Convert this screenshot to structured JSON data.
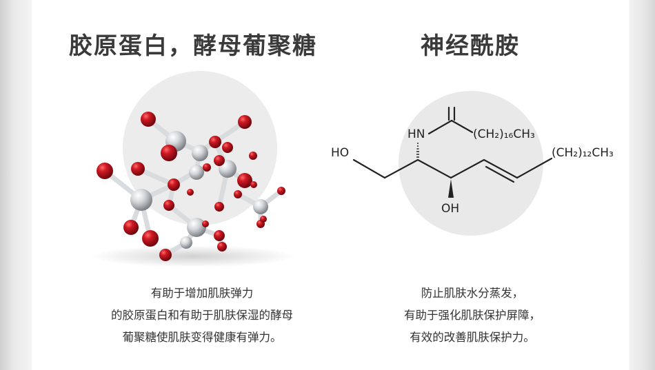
{
  "left": {
    "title": "胶原蛋白，酵母葡聚糖",
    "caption": [
      "有助于增加肌肤弹力",
      "的胶原蛋白和有助于肌肤保湿的酵母",
      "葡聚糖使肌肤变得健康有弹力。"
    ]
  },
  "right": {
    "title": "神经酰胺",
    "caption": [
      "防止肌肤水分蒸发，",
      "有助于强化肌肤保护屏障，",
      "有效的改善肌肤保护力。"
    ],
    "structure_labels": {
      "ho": "HO",
      "hn": "HN",
      "oh": "OH",
      "chain_top": "(CH₂)₁₆CH₃",
      "chain_right": "(CH₂)₁₂CH₃"
    }
  },
  "colors": {
    "atom_red": "#b8101c",
    "atom_silver": "#c9cccf",
    "title": "#3a3a3a",
    "backdrop_circle": "#e9e9e9"
  }
}
